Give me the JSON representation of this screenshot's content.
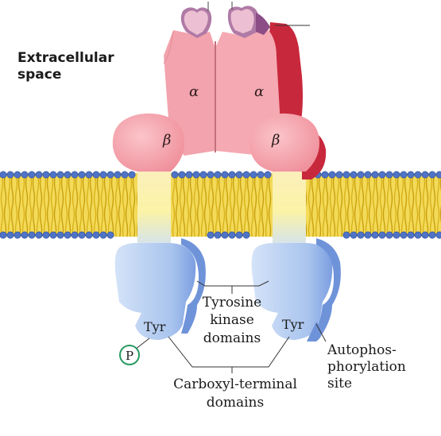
{
  "extracellular_label": [
    "Extracellular",
    "space"
  ],
  "alpha_label": "α",
  "beta_label": "β",
  "tyr_label": "Tyr",
  "phospho_label": "P",
  "tyrosine_kinase_label": [
    "Tyrosine",
    "kinase",
    "domains"
  ],
  "autophos_label": [
    "Autophos-",
    "phorylation",
    "site"
  ],
  "carboxyl_label": [
    "Carboxyl-terminal",
    "domains"
  ],
  "colors": {
    "alpha_pink": "#f2a3ad",
    "alpha_red": "#c8283c",
    "beta_pink": "#f7a0a9",
    "insulin_purple": "#b07aa6",
    "membrane_yellow": "#f2d64a",
    "head_blue": "#4f73c6",
    "transmembrane_yellow": "#fbf3a6",
    "kinase_blue": "#a9c4ee",
    "kinase_dark": "#6f93d9",
    "phospho_green": "#2a9a62"
  }
}
